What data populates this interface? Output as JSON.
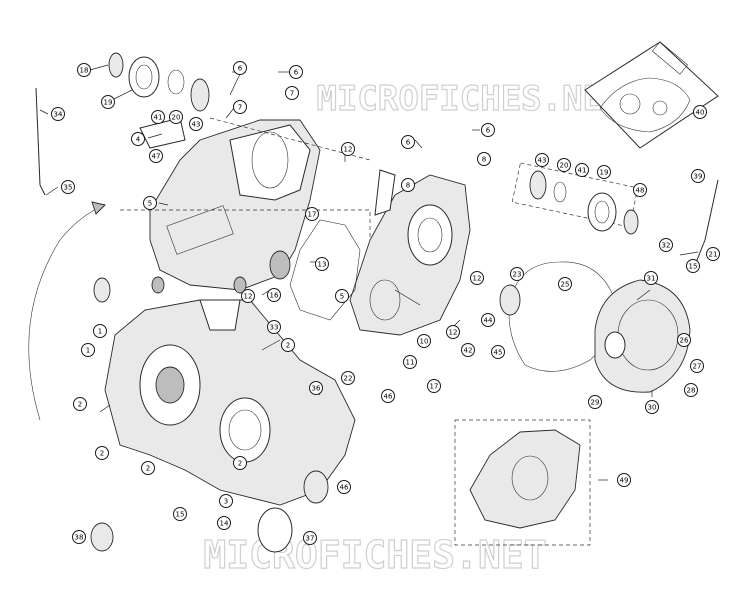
{
  "watermark": {
    "text": "MICROFICHES.NET"
  },
  "labels": [
    {
      "n": "18"
    },
    {
      "n": "19"
    },
    {
      "n": "41"
    },
    {
      "n": "20"
    },
    {
      "n": "43"
    },
    {
      "n": "6"
    },
    {
      "n": "6"
    },
    {
      "n": "7"
    },
    {
      "n": "7"
    },
    {
      "n": "34"
    },
    {
      "n": "4"
    },
    {
      "n": "47"
    },
    {
      "n": "35"
    },
    {
      "n": "5"
    },
    {
      "n": "12"
    },
    {
      "n": "17"
    },
    {
      "n": "13"
    },
    {
      "n": "16"
    },
    {
      "n": "12"
    },
    {
      "n": "6"
    },
    {
      "n": "6"
    },
    {
      "n": "8"
    },
    {
      "n": "8"
    },
    {
      "n": "43"
    },
    {
      "n": "20"
    },
    {
      "n": "41"
    },
    {
      "n": "19"
    },
    {
      "n": "48"
    },
    {
      "n": "39"
    },
    {
      "n": "40"
    },
    {
      "n": "32"
    },
    {
      "n": "15"
    },
    {
      "n": "21"
    },
    {
      "n": "31"
    },
    {
      "n": "23"
    },
    {
      "n": "25"
    },
    {
      "n": "12"
    },
    {
      "n": "5"
    },
    {
      "n": "44"
    },
    {
      "n": "12"
    },
    {
      "n": "10"
    },
    {
      "n": "42"
    },
    {
      "n": "45"
    },
    {
      "n": "26"
    },
    {
      "n": "27"
    },
    {
      "n": "28"
    },
    {
      "n": "29"
    },
    {
      "n": "30"
    },
    {
      "n": "22"
    },
    {
      "n": "11"
    },
    {
      "n": "17"
    },
    {
      "n": "46"
    },
    {
      "n": "1"
    },
    {
      "n": "1"
    },
    {
      "n": "33"
    },
    {
      "n": "2"
    },
    {
      "n": "2"
    },
    {
      "n": "36"
    },
    {
      "n": "2"
    },
    {
      "n": "2"
    },
    {
      "n": "2"
    },
    {
      "n": "3"
    },
    {
      "n": "15"
    },
    {
      "n": "14"
    },
    {
      "n": "46"
    },
    {
      "n": "37"
    },
    {
      "n": "38"
    },
    {
      "n": "49"
    }
  ]
}
